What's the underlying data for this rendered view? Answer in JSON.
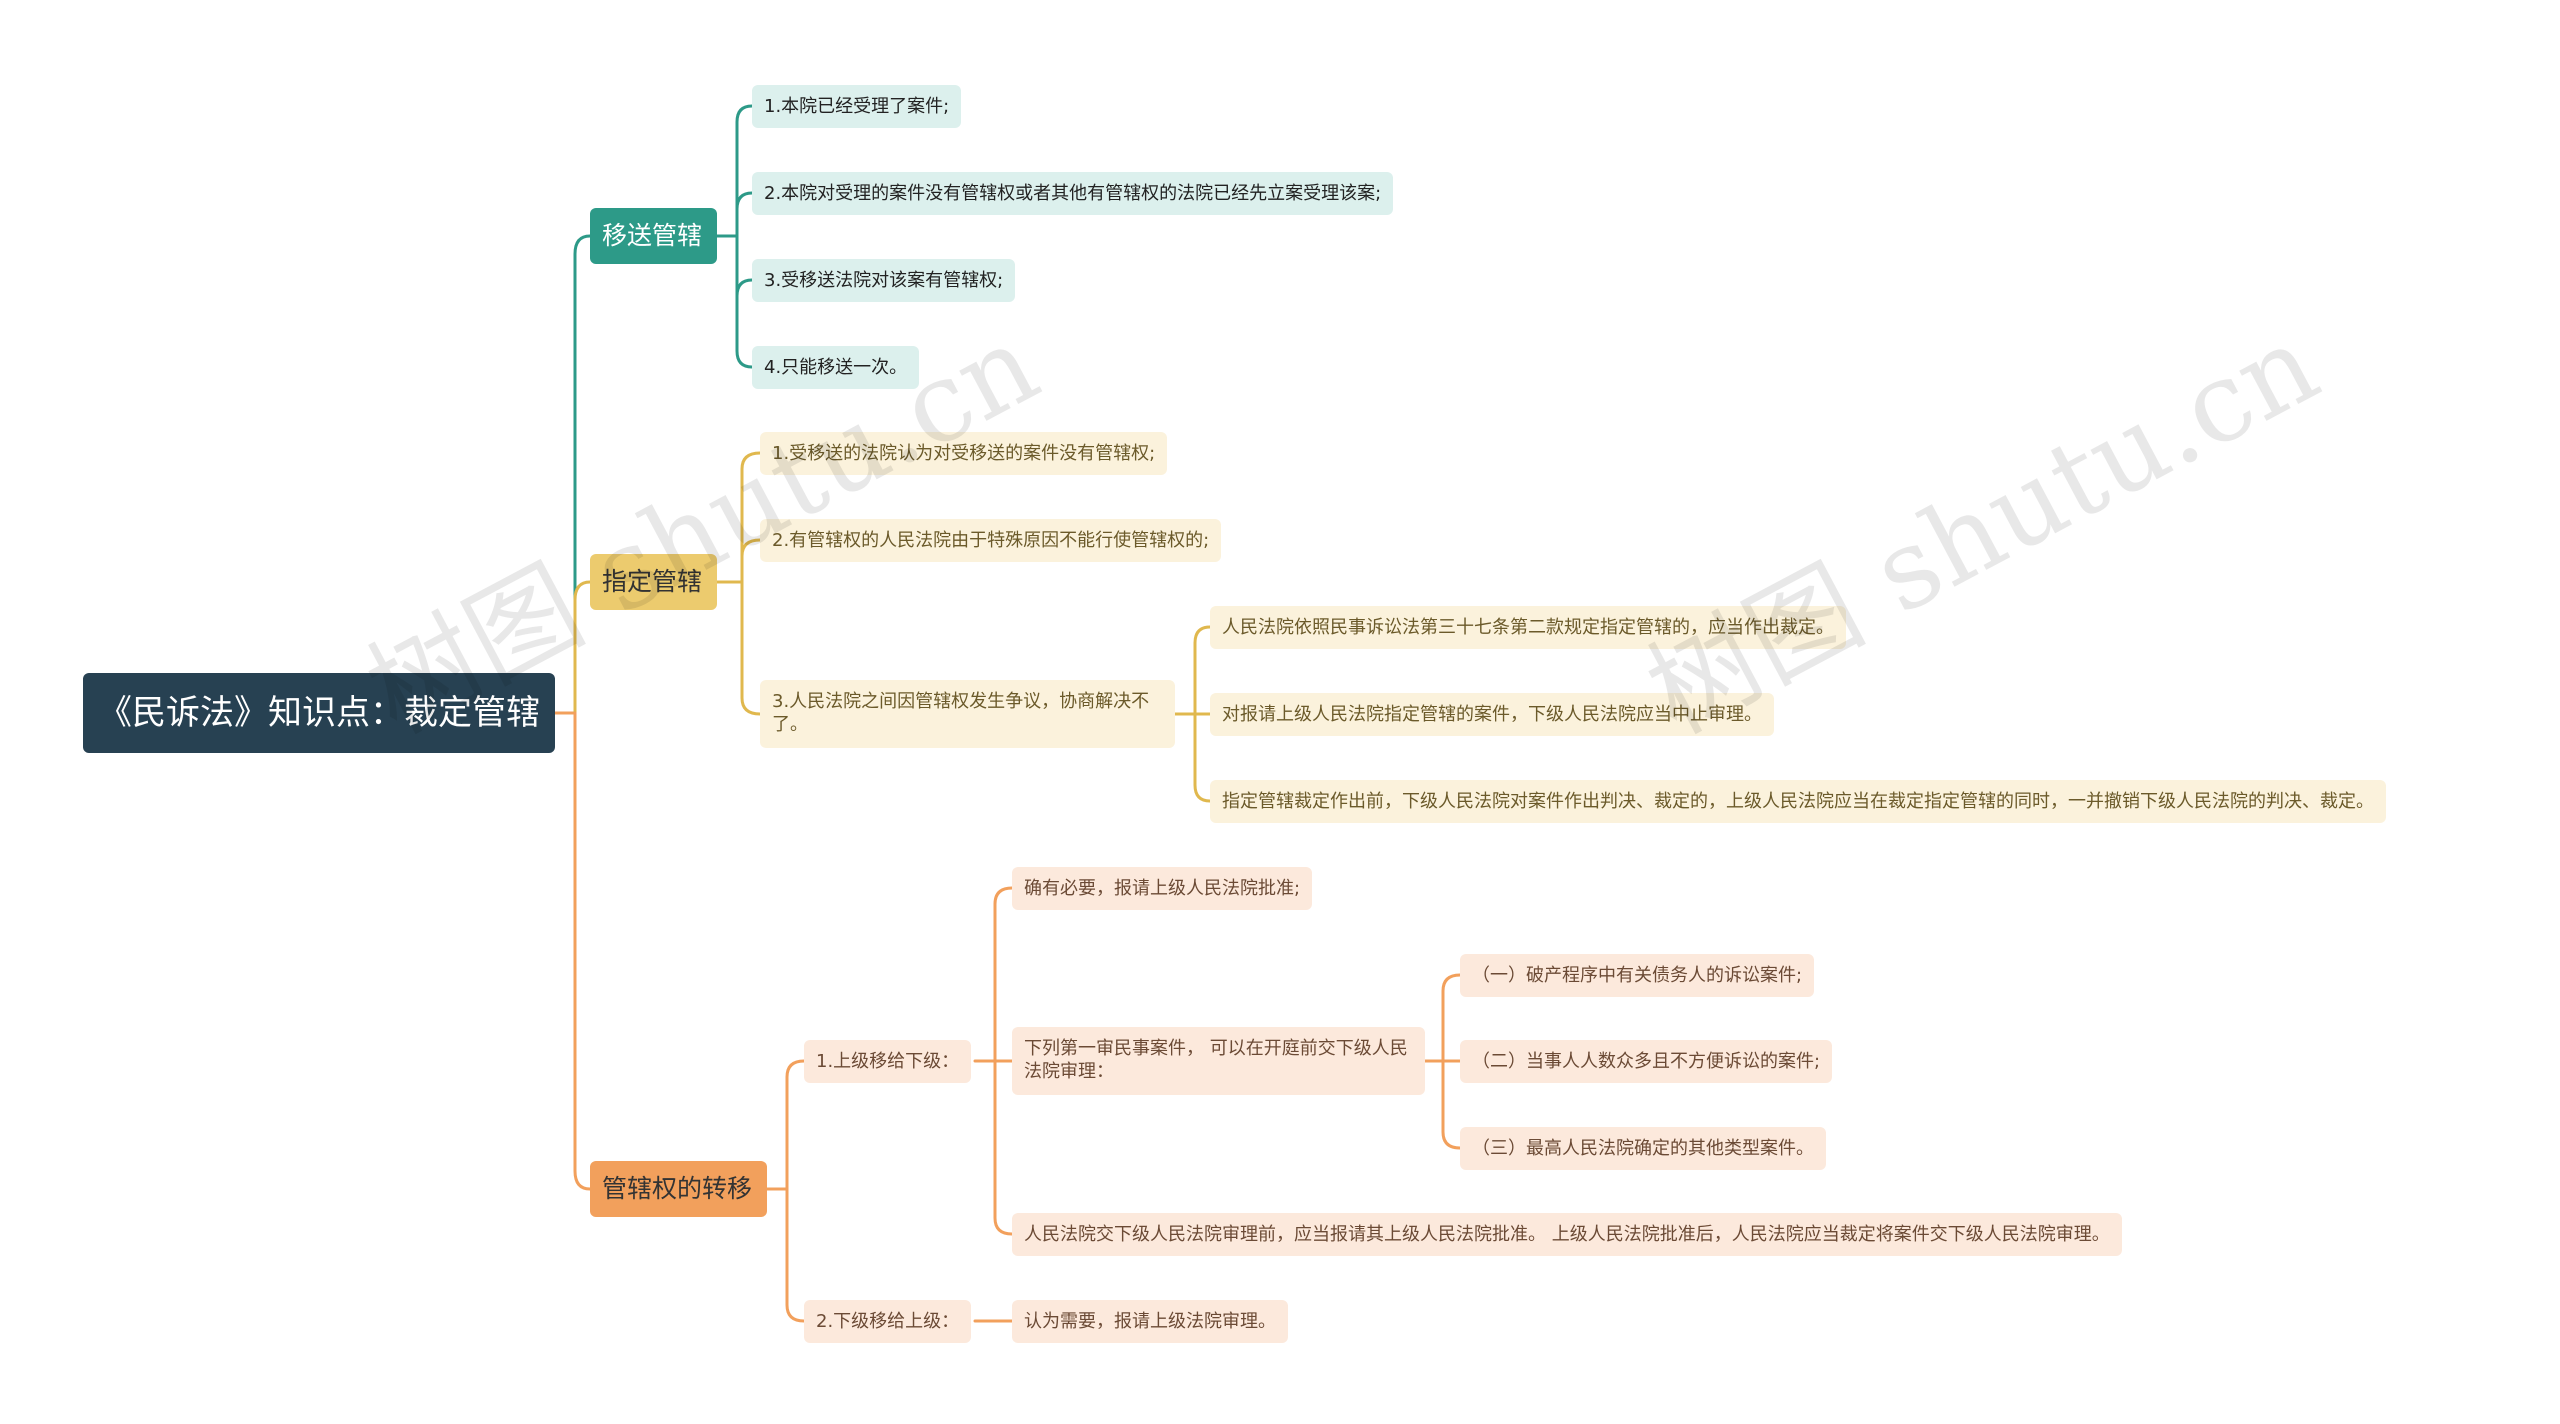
{
  "colors": {
    "root_bg": "#274152",
    "teal": "#2d9a88",
    "yellow": "#e0b84e",
    "orange": "#f2a05c"
  },
  "mindmap": {
    "root": "《民诉法》知识点：裁定管辖",
    "branches": [
      {
        "label": "移送管辖",
        "children": [
          "1.本院已经受理了案件;",
          "2.本院对受理的案件没有管辖权或者其他有管辖权的法院已经先立案受理该案;",
          "3.受移送法院对该案有管辖权;",
          "4.只能移送一次。"
        ]
      },
      {
        "label": "指定管辖",
        "children": [
          "1.受移送的法院认为对受移送的案件没有管辖权;",
          "2.有管辖权的人民法院由于特殊原因不能行使管辖权的;",
          {
            "label": "3.人民法院之间因管辖权发生争议，协商解决不了。",
            "children": [
              "人民法院依照民事诉讼法第三十七条第二款规定指定管辖的，应当作出裁定。",
              "对报请上级人民法院指定管辖的案件，下级人民法院应当中止审理。",
              "指定管辖裁定作出前，下级人民法院对案件作出判决、裁定的，上级人民法院应当在裁定指定管辖的同时，一并撤销下级人民法院的判决、裁定。"
            ]
          }
        ]
      },
      {
        "label": "管辖权的转移",
        "children": [
          {
            "label": "1.上级移给下级：",
            "children": [
              "确有必要，报请上级人民法院批准;",
              {
                "label": "下列第一审民事案件， 可以在开庭前交下级人民法院审理：",
                "children": [
                  "（一）破产程序中有关债务人的诉讼案件;",
                  "（二）当事人人数众多且不方便诉讼的案件;",
                  "（三）最高人民法院确定的其他类型案件。"
                ]
              },
              "人民法院交下级人民法院审理前，应当报请其上级人民法院批准。 上级人民法院批准后，人民法院应当裁定将案件交下级人民法院审理。"
            ]
          },
          {
            "label": "2.下级移给上级：",
            "children": [
              "认为需要，报请上级法院审理。"
            ]
          }
        ]
      }
    ]
  },
  "watermark": "树图 shutu.cn"
}
